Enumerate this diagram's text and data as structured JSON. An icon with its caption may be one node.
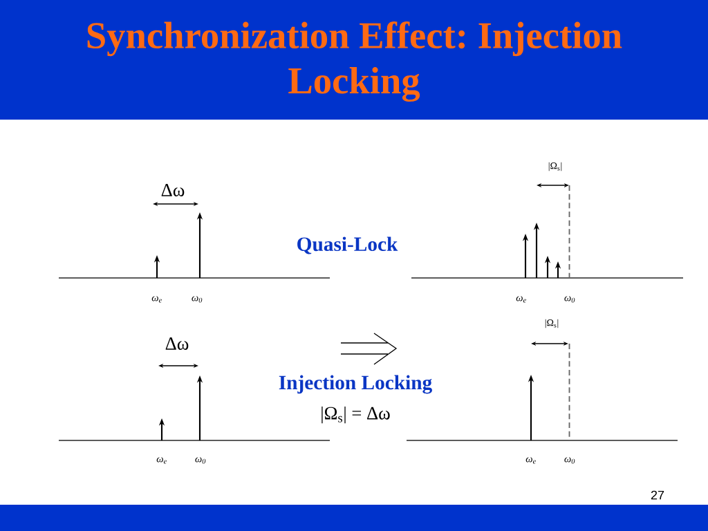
{
  "diagram": {
    "title": "Synchronization Effect: Injection Locking",
    "labels": [
      "|Ω$_{s}$|",
      "Δω",
      "Quasi-Lock",
      "ω$_{e}$",
      "ω$_{0}$",
      "ω$_{e}$",
      "ω$_{0}$",
      "|Ω$_{s}$|",
      "Δω",
      "Injection Locking",
      "|Ω$_{s}$| = Δω",
      "ω$_{e}$",
      "ω$_{0}$",
      "ω$_{e}$",
      "ω$_{0}$",
      "27"
    ]
  }
}
